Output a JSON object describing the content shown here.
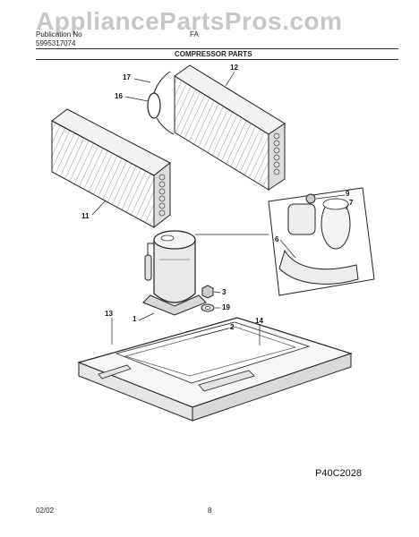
{
  "watermark": "AppliancePartsPros.com",
  "header": {
    "line1_left": "Publication No",
    "line2_left": "5995317074",
    "model_prefix": "FA",
    "section_title": "COMPRESSOR PARTS"
  },
  "callouts": {
    "c1": "1",
    "c2": "2",
    "c3": "3",
    "c6": "6",
    "c7": "7",
    "c9": "9",
    "c11": "11",
    "c12": "12",
    "c13": "13",
    "c14": "14",
    "c16": "16",
    "c17": "17",
    "c19": "19"
  },
  "drawing_code": "P40C2028",
  "footer": {
    "date": "02/02",
    "page": "8"
  }
}
